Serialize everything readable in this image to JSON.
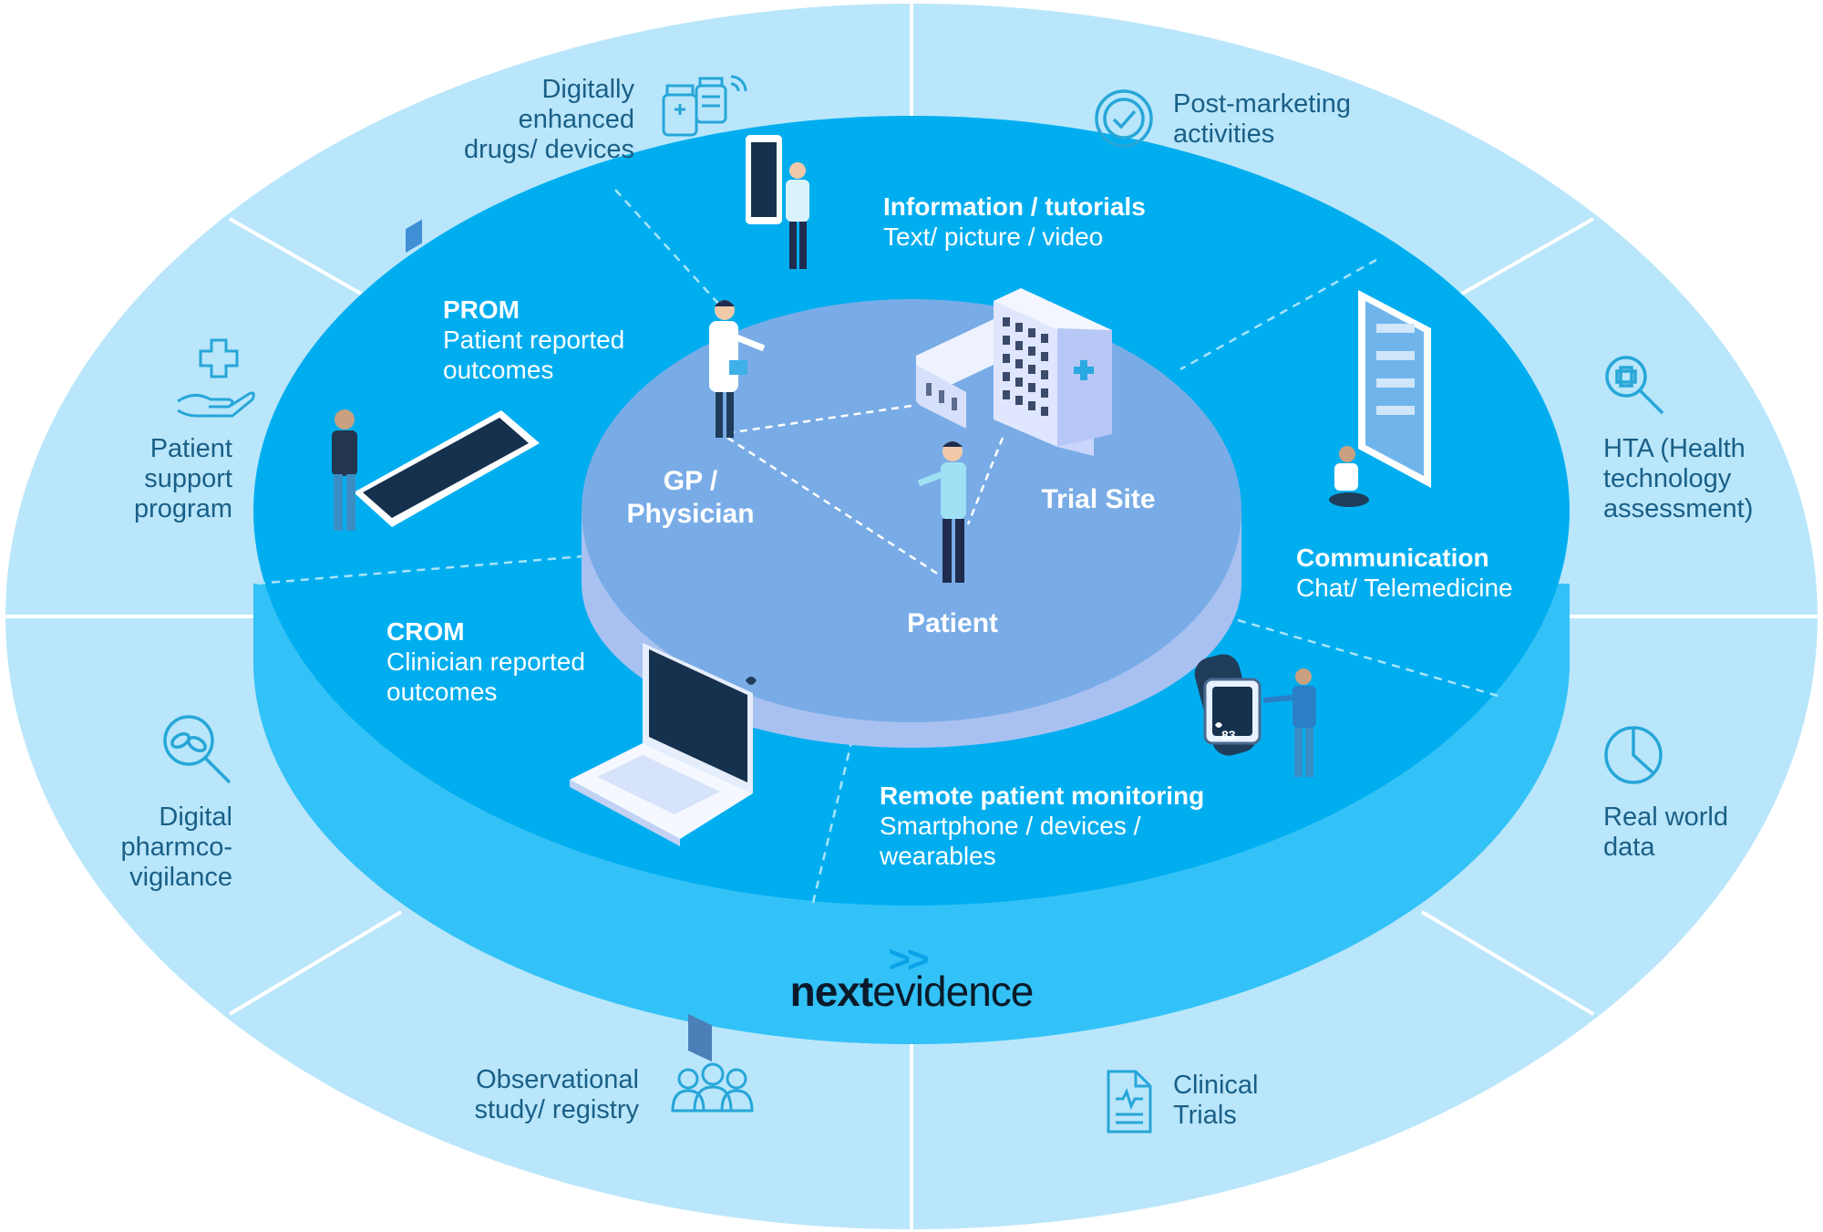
{
  "outer_ring": {
    "digital_drugs": [
      "Digitally",
      "enhanced",
      "drugs/ devices"
    ],
    "post_marketing": [
      "Post-marketing",
      "activities"
    ],
    "patient_support": [
      "Patient",
      "support",
      "program"
    ],
    "hta": [
      "HTA (Health",
      "technology",
      "assessment)"
    ],
    "pharmacovigilance": [
      "Digital",
      "pharmco-",
      "vigilance"
    ],
    "real_world": [
      "Real world",
      "data"
    ],
    "observational": [
      "Observational",
      "study/ registry"
    ],
    "clinical_trials": [
      "Clinical",
      "Trials"
    ]
  },
  "inner_ring": {
    "info": {
      "title": "Information / tutorials",
      "sub": [
        "Text/ picture / video"
      ]
    },
    "prom": {
      "title": "PROM",
      "sub": [
        "Patient reported",
        "outcomes"
      ]
    },
    "communication": {
      "title": "Communication",
      "sub": [
        "Chat/ Telemedicine"
      ]
    },
    "crom": {
      "title": "CROM",
      "sub": [
        "Clinician reported",
        "outcomes"
      ]
    },
    "remote": {
      "title": "Remote patient monitoring",
      "sub": [
        "Smartphone / devices /",
        "wearables"
      ]
    }
  },
  "hub": {
    "gp": [
      "GP /",
      "Physician"
    ],
    "trial_site": "Trial Site",
    "patient": "Patient"
  },
  "brand": {
    "arrows": ">>",
    "part1": "next",
    "part2": "evidence"
  },
  "device_readout": "83",
  "colors": {
    "outer": "#b9e6fb",
    "middle": "#00aef0",
    "middle_side": "#33c2f7",
    "hub_top": "#79ace6",
    "hub_side": "#a9c1f1",
    "text_dark": "#1a5f86",
    "icon": "#27a6d8",
    "brand_arrows": "#0aa3e8"
  }
}
